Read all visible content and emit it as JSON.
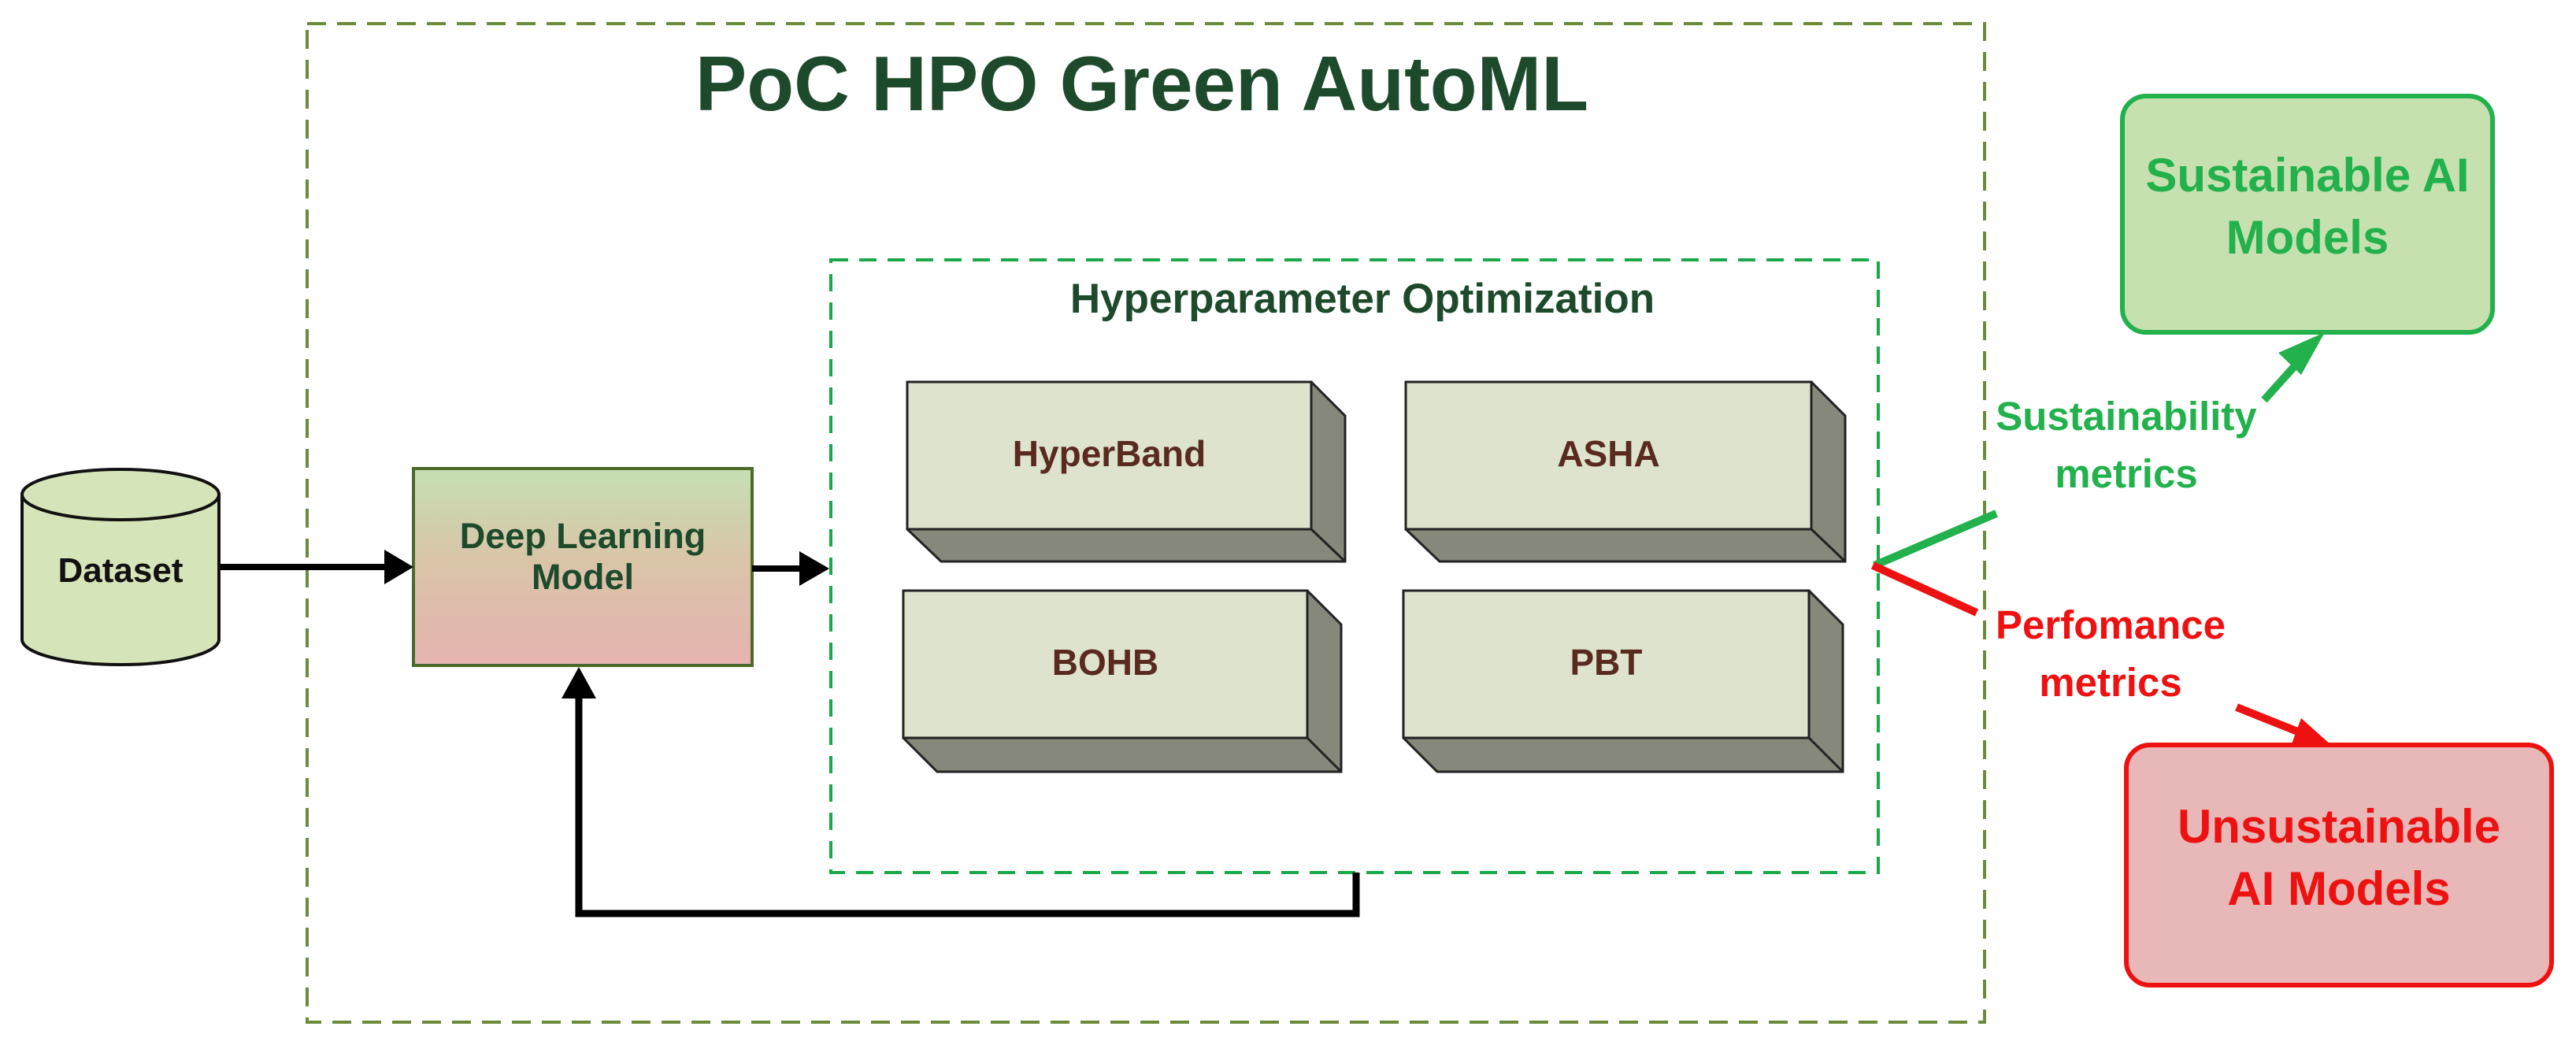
{
  "title": "PoC HPO Green AutoML",
  "hpo": {
    "title": "Hyperparameter Optimization",
    "algorithms": [
      "HyperBand",
      "ASHA",
      "BOHB",
      "PBT"
    ]
  },
  "dataset": "Dataset",
  "model": {
    "line1": "Deep Learning",
    "line2": "Model"
  },
  "metrics": {
    "sustainability": {
      "line1": "Sustainability",
      "line2": "metrics"
    },
    "performance": {
      "line1": "Perfomance",
      "line2": "metrics"
    }
  },
  "outputs": {
    "sustainable": {
      "line1": "Sustainable AI",
      "line2": "Models"
    },
    "unsustainable": {
      "line1": "Unsustainable",
      "line2": "AI Models"
    }
  },
  "colors": {
    "dark_green_text": "#1e4a2c",
    "frame_dash": "#6b8a3a",
    "hpo_dash": "#1aa84a",
    "algo_face": "#dde3cc",
    "algo_side": "#86887c",
    "algo_text": "#5a2a20",
    "sustainable_green": "#22b14c",
    "sustainable_fill": "#c6e0b0",
    "unsustainable_red": "#ee1111",
    "unsustainable_fill": "#e8b7b7"
  }
}
